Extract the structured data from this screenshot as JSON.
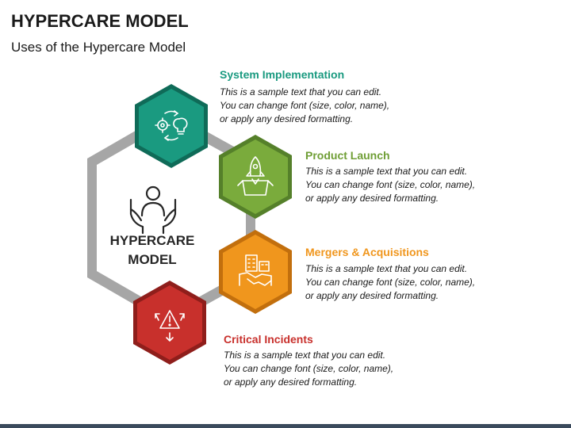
{
  "title": "HYPERCARE MODEL",
  "subtitle": "Uses of the Hypercare Model",
  "center": {
    "line1": "HYPERCARE",
    "line2": "MODEL",
    "icon": "person-in-hands-icon"
  },
  "items": [
    {
      "title": "System Implementation",
      "color": "#1a9a80",
      "border": "#0f6b58",
      "icon": "gears-lightbulb-icon",
      "desc": [
        "This is a sample text that you can edit.",
        "You can change font (size, color, name),",
        "or apply any desired formatting."
      ]
    },
    {
      "title": "Product Launch",
      "color": "#7aab3c",
      "border": "#55802a",
      "icon": "rocket-box-icon",
      "desc": [
        "This is a sample text that you can edit.",
        "You can change font (size, color, name),",
        "or apply any desired formatting."
      ]
    },
    {
      "title": "Mergers & Acquisitions",
      "color": "#f0961d",
      "border": "#c26f0d",
      "icon": "handshake-buildings-icon",
      "desc": [
        "This is a sample text that you can edit.",
        "You can change font (size, color, name),",
        "or apply any desired formatting."
      ]
    },
    {
      "title": "Critical Incidents",
      "color": "#c8302c",
      "border": "#8f1e1b",
      "icon": "warning-arrows-icon",
      "desc": [
        "This is a sample text that you can edit.",
        "You can change font (size, color, name),",
        "or apply any desired formatting."
      ]
    }
  ],
  "colors": {
    "frame": "#a6a6a6",
    "frame_inner": "#ffffff",
    "footer": "#3a4a5c"
  }
}
